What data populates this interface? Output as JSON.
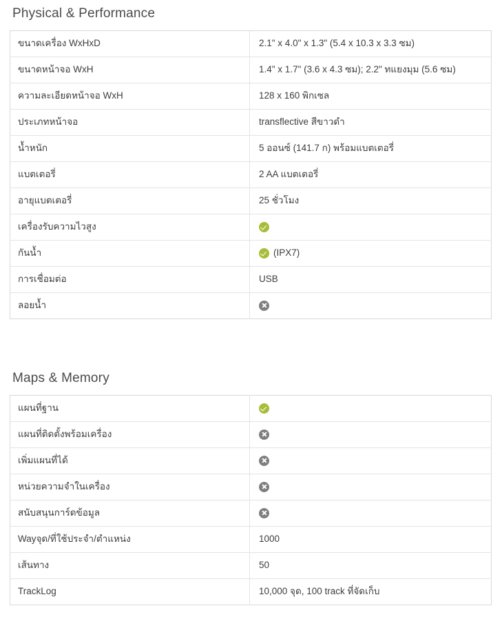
{
  "sections": [
    {
      "title": "Physical & Performance",
      "rows": [
        {
          "label": "ขนาดเครื่อง WxHxD",
          "value": "2.1\" x 4.0\" x 1.3\" (5.4 x 10.3 x 3.3 ซม)",
          "icon": "none"
        },
        {
          "label": "ขนาดหน้าจอ WxH",
          "value": "1.4\" x 1.7\" (3.6 x 4.3 ซม); 2.2\" ทแยงมุม (5.6 ซม)",
          "icon": "none"
        },
        {
          "label": "ความละเอียดหน้าจอ WxH",
          "value": "128 x 160 พิกเซล",
          "icon": "none"
        },
        {
          "label": "ประเภทหน้าจอ",
          "value": "transflective สีขาวดำ",
          "icon": "none"
        },
        {
          "label": "น้ำหนัก",
          "value": "5 ออนซ์ (141.7 ก) พร้อมแบตเตอรี่",
          "icon": "none"
        },
        {
          "label": "แบตเตอรี่",
          "value": "2 AA แบตเตอรี่",
          "icon": "none"
        },
        {
          "label": "อายุแบตเตอรี่",
          "value": "25 ชั่วโมง",
          "icon": "none"
        },
        {
          "label": "เครื่องรับความไวสูง",
          "value": "",
          "icon": "check"
        },
        {
          "label": "กันน้ำ",
          "value": "(IPX7)",
          "icon": "check"
        },
        {
          "label": "การเชื่อมต่อ",
          "value": "USB",
          "icon": "none"
        },
        {
          "label": "ลอยน้ำ",
          "value": "",
          "icon": "cross"
        }
      ]
    },
    {
      "title": "Maps & Memory",
      "rows": [
        {
          "label": "แผนที่ฐาน",
          "value": "",
          "icon": "check"
        },
        {
          "label": "แผนที่ติดตั้งพร้อมเครื่อง",
          "value": "",
          "icon": "cross"
        },
        {
          "label": "เพิ่มแผนที่ได้",
          "value": "",
          "icon": "cross"
        },
        {
          "label": "หน่วยความจำในเครื่อง",
          "value": "",
          "icon": "cross"
        },
        {
          "label": "สนับสนุนการ์ดข้อมูล",
          "value": "",
          "icon": "cross"
        },
        {
          "label": "Wayจุด/ที่ใช้ประจำ/ตำแหน่ง",
          "value": "1000",
          "icon": "none"
        },
        {
          "label": "เส้นทาง",
          "value": "50",
          "icon": "none"
        },
        {
          "label": "TrackLog",
          "value": "10,000 จุด, 100 track ที่จัดเก็บ",
          "icon": "none"
        }
      ]
    }
  ],
  "icons": {
    "check_name": "check-circle-icon",
    "cross_name": "cross-circle-icon",
    "check_color": "#a7bd3a",
    "cross_color": "#7f7f7f"
  }
}
